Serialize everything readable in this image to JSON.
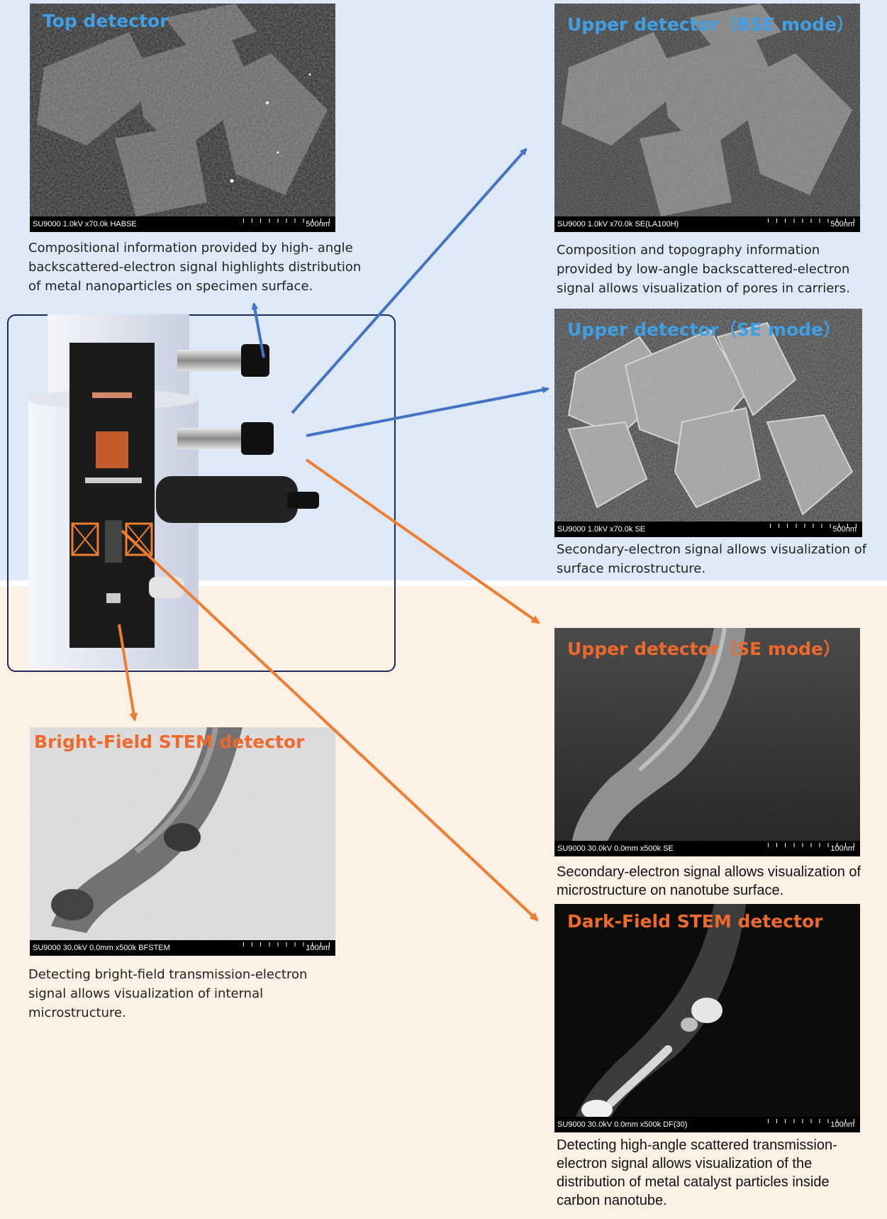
{
  "panels": {
    "top_detector": {
      "title": "Top detector",
      "info": "SU9000 1.0kV x70.0k HABSE",
      "scale": "500nm",
      "caption": "Compositional information provided by high- angle backscattered-electron signal highlights distribution of metal nanoparticles on specimen surface."
    },
    "upper_bse": {
      "title": "Upper detector（BSE mode）",
      "info": "SU9000 1.0kV x70.0k SE(LA100H)",
      "scale": "500nm",
      "caption": "Composition and topography information provided by low-angle backscattered-electron signal allows visualization of pores in carriers."
    },
    "upper_se": {
      "title": "Upper detector（SE mode）",
      "info": "SU9000 1.0kV x70.0k SE",
      "scale": "500nm",
      "caption": "Secondary-electron signal allows visualization of surface microstructure."
    },
    "upper_se_nanotube": {
      "title": "Upper detector（SE mode）",
      "info": "SU9000 30.0kV 0.0mm x500k SE",
      "scale": "100nm",
      "caption": "Secondary-electron signal allows visualization of microstructure on nanotube surface."
    },
    "bf_stem": {
      "title": "Bright-Field STEM detector",
      "info": "SU9000 30.0kV 0.0mm x500k BFSTEM",
      "scale": "100nm",
      "caption": "Detecting bright-field transmission-electron signal allows visualization of internal microstructure."
    },
    "df_stem": {
      "title": "Dark-Field STEM detector",
      "info": "SU9000 30.0kV 0.0mm x500k DF(30)",
      "scale": "100nm",
      "caption": "Detecting high-angle scattered transmission-electron signal allows visualization of the distribution of metal catalyst particles inside carbon nanotube."
    }
  },
  "colors": {
    "blue_arrow": "#4472c4",
    "orange_arrow": "#ed7d31",
    "title_blue": "#3fa0e6",
    "title_orange": "#ee6a2c",
    "frame": "#1d2b5e"
  }
}
